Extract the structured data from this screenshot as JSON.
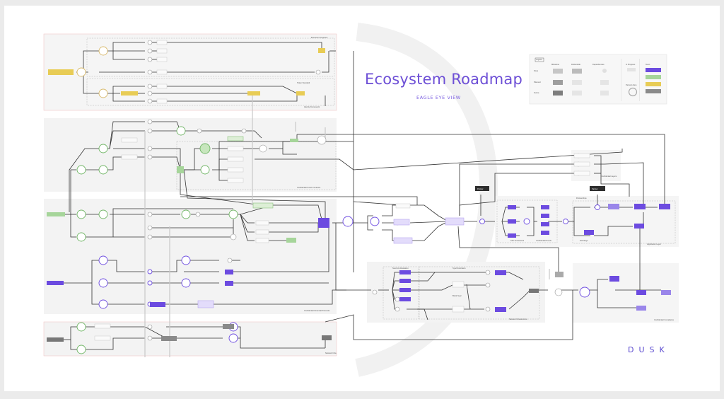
{
  "title": "Ecosystem Roadmap",
  "subtitle": "EAGLE EYE VIEW",
  "brand": "DUSK",
  "colors": {
    "purple": "#6c4be0",
    "light_purple": "#c9bdf5",
    "green": "#a6d59a",
    "yellow": "#e8cc55",
    "gray": "#8a8a8a",
    "dark": "#333333"
  }
}
